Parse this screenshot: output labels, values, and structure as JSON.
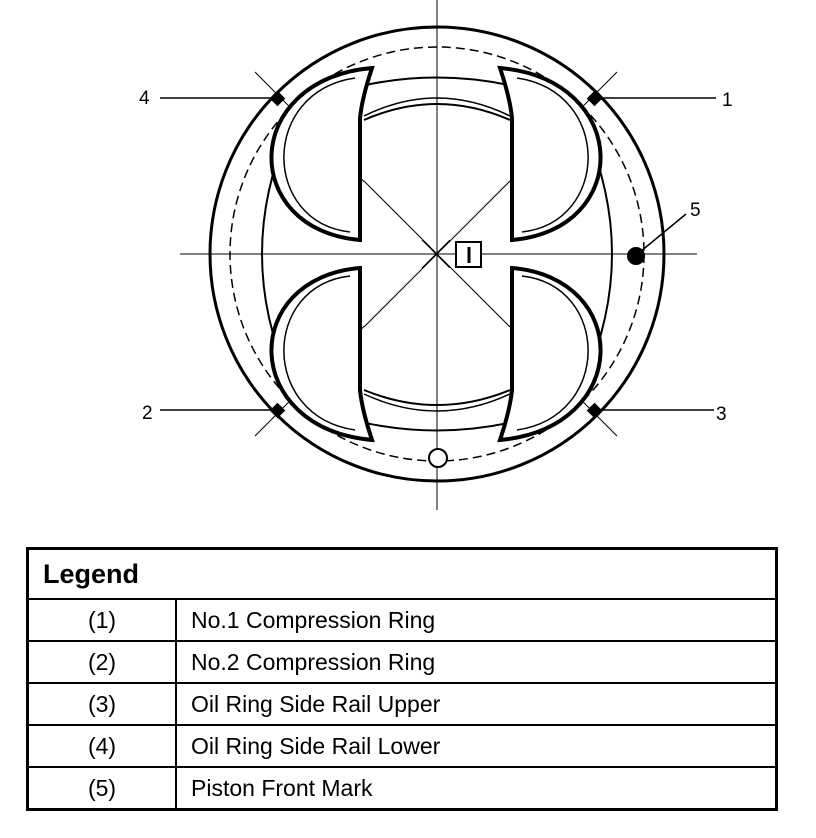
{
  "legend": {
    "title": "Legend",
    "rows": [
      {
        "num": "(1)",
        "desc": "No.1 Compression Ring"
      },
      {
        "num": "(2)",
        "desc": "No.2 Compression Ring"
      },
      {
        "num": "(3)",
        "desc": "Oil Ring Side Rail Upper"
      },
      {
        "num": "(4)",
        "desc": "Oil Ring Side Rail Lower"
      },
      {
        "num": "(5)",
        "desc": "Piston Front Mark"
      }
    ]
  },
  "callouts": {
    "c1": "1",
    "c2": "2",
    "c3": "3",
    "c4": "4",
    "c5": "5"
  }
}
